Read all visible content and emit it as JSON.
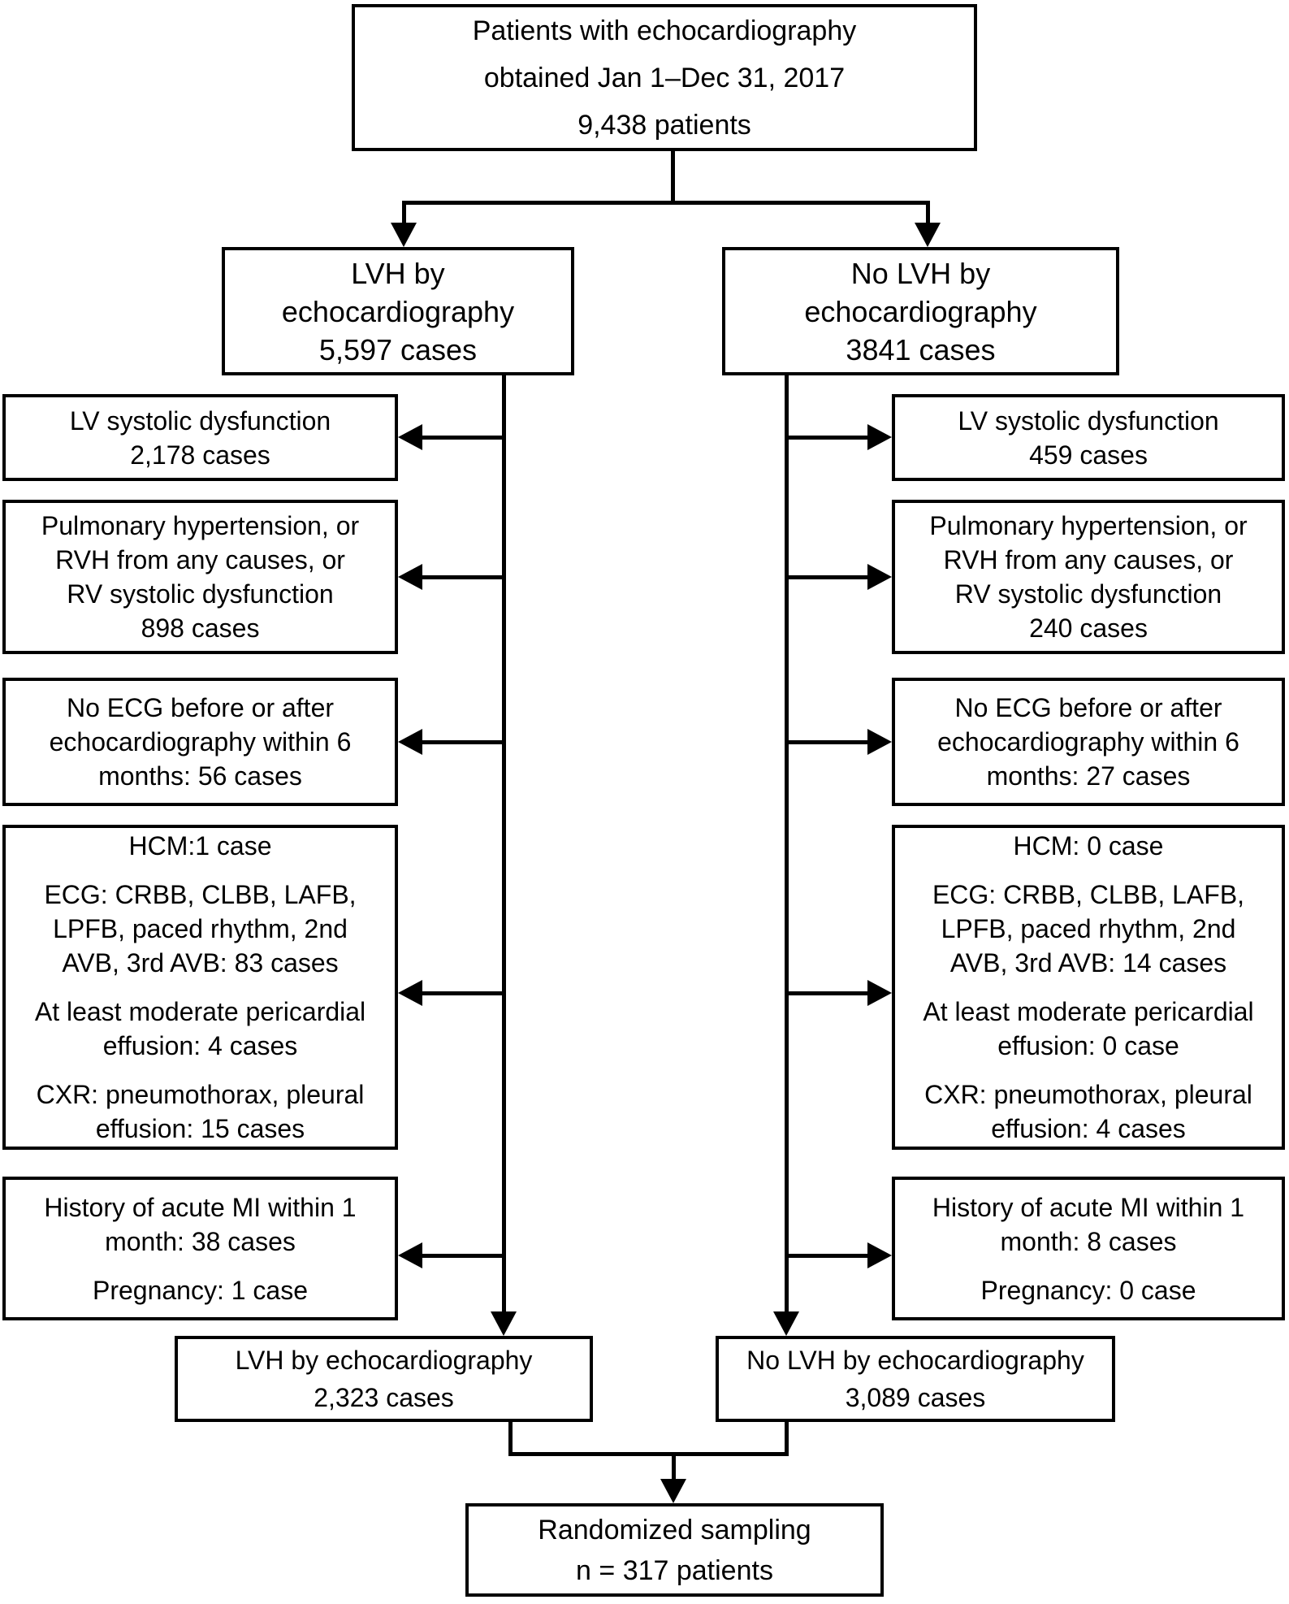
{
  "colors": {
    "line": "#000000",
    "background": "#ffffff",
    "text": "#000000"
  },
  "boxes": {
    "top": {
      "lines": [
        "Patients with echocardiography",
        "obtained Jan 1–Dec 31, 2017",
        "9,438 patients"
      ]
    },
    "branch_lvh": {
      "lines": [
        "LVH by",
        "echocardiography",
        "5,597 cases"
      ]
    },
    "branch_no_lvh": {
      "lines": [
        "No LVH by",
        "echocardiography",
        "3841 cases"
      ]
    },
    "left_exclusions": [
      {
        "lines": [
          "LV systolic dysfunction",
          "2,178 cases"
        ]
      },
      {
        "lines": [
          "Pulmonary hypertension, or",
          "RVH from any causes, or",
          "RV systolic dysfunction",
          "898 cases"
        ]
      },
      {
        "lines": [
          "No ECG before or after",
          "echocardiography within 6",
          "months: 56 cases"
        ]
      },
      {
        "lines": [
          "HCM:1 case",
          "ECG: CRBB, CLBB, LAFB,",
          "LPFB, paced rhythm, 2nd",
          "AVB, 3rd AVB: 83 cases",
          "At least moderate pericardial",
          "effusion: 4 cases",
          "CXR: pneumothorax, pleural",
          "effusion: 15 cases"
        ]
      },
      {
        "lines": [
          "History of acute MI within 1",
          "month: 38 cases",
          "Pregnancy: 1 case"
        ]
      }
    ],
    "right_exclusions": [
      {
        "lines": [
          "LV systolic dysfunction",
          "459 cases"
        ]
      },
      {
        "lines": [
          "Pulmonary hypertension, or",
          "RVH from any causes, or",
          "RV systolic dysfunction",
          "240 cases"
        ]
      },
      {
        "lines": [
          "No ECG before or after",
          "echocardiography within 6",
          "months: 27 cases"
        ]
      },
      {
        "lines": [
          "HCM: 0 case",
          "ECG: CRBB, CLBB, LAFB,",
          "LPFB, paced rhythm, 2nd",
          "AVB, 3rd AVB: 14 cases",
          "At least moderate pericardial",
          "effusion: 0 case",
          "CXR: pneumothorax, pleural",
          "effusion: 4 cases"
        ]
      },
      {
        "lines": [
          "History of acute MI within 1",
          "month: 8 cases",
          "Pregnancy: 0 case"
        ]
      }
    ],
    "result_lvh": {
      "lines": [
        "LVH by echocardiography",
        "2,323 cases"
      ]
    },
    "result_no_lvh": {
      "lines": [
        "No LVH by echocardiography",
        "3,089 cases"
      ]
    },
    "final": {
      "lines": [
        "Randomized sampling",
        "n = 317 patients"
      ]
    }
  }
}
